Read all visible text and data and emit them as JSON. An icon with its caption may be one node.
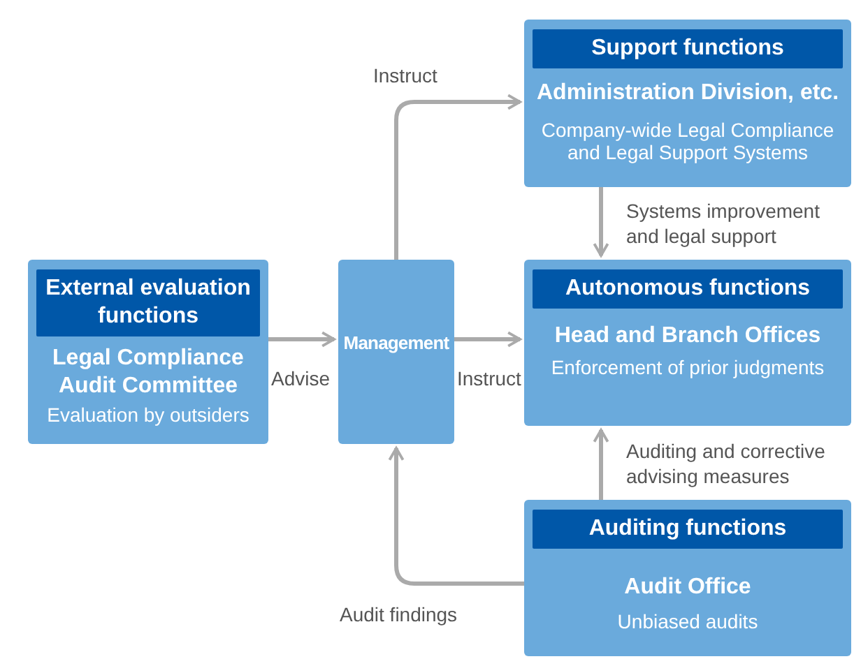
{
  "diagram": {
    "nodes": [
      {
        "text": [
          "External evaluation functions",
          "Legal Compliance Audit Committee",
          "Evaluation by outsiders"
        ]
      },
      {
        "text": [
          "Management"
        ]
      },
      {
        "text": [
          "Support functions",
          "Administration Division, etc.",
          "Company-wide Legal Compliance and Legal Support Systems"
        ]
      },
      {
        "text": [
          "Autonomous functions",
          "Head and Branch Offices",
          "Enforcement of prior judgments"
        ]
      },
      {
        "text": [
          "Auditing functions",
          "Audit Office",
          "Unbiased audits"
        ]
      }
    ],
    "edges": [
      {
        "from": 0,
        "to": 1,
        "arrow": "to",
        "label": "Advise"
      },
      {
        "from": 1,
        "to": 2,
        "arrow": "to",
        "label": "Instruct"
      },
      {
        "from": 1,
        "to": 3,
        "arrow": "to",
        "label": "Instruct"
      },
      {
        "from": 2,
        "to": 3,
        "arrow": "to",
        "label": "Systems improvement and legal support"
      },
      {
        "from": 4,
        "to": 3,
        "arrow": "to",
        "label": "Auditing and corrective advising measures"
      },
      {
        "from": 4,
        "to": 1,
        "arrow": "to",
        "label": "Audit findings"
      }
    ]
  }
}
